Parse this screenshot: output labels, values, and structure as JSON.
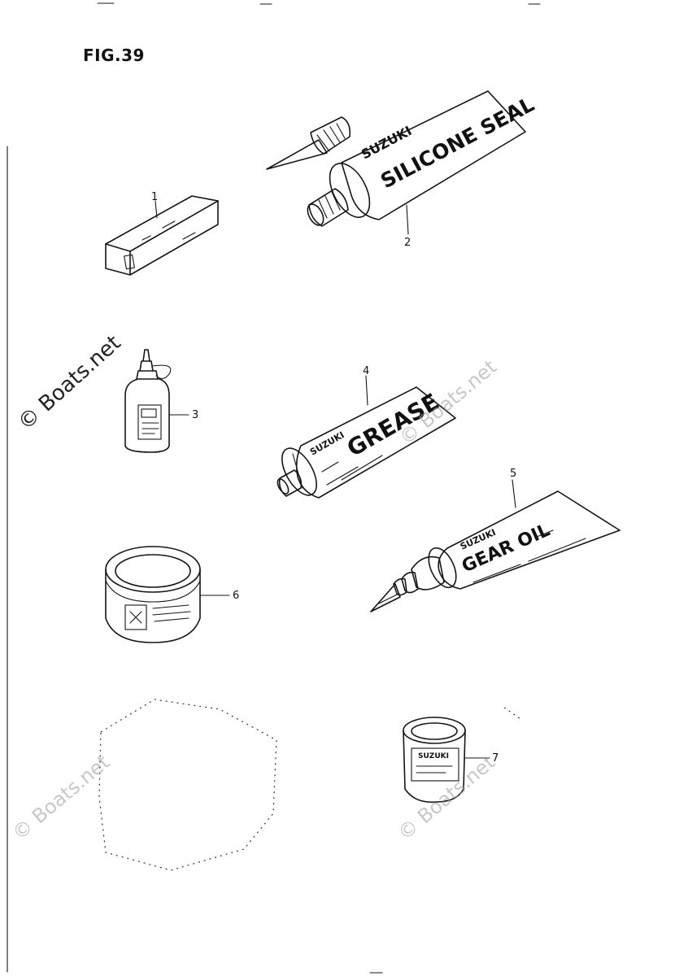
{
  "figure": {
    "title": "FIG.39"
  },
  "callouts": {
    "c1": "1",
    "c2": "2",
    "c3": "3",
    "c4": "4",
    "c5": "5",
    "c6": "6",
    "c7": "7"
  },
  "product_labels": {
    "tube2_brand": "SUZUKI",
    "tube2_name": "SILICONE SEAL",
    "tube4_brand": "SUZUKI",
    "tube4_name": "GREASE",
    "tube5_brand": "SUZUKI",
    "tube5_name": "GEAR OIL",
    "can7_brand": "SUZUKI"
  },
  "watermarks": {
    "main": "© Boats.net",
    "faint": "© Boats.net"
  },
  "colors": {
    "ink": "#151515",
    "watermark": "#9a9a9a"
  }
}
